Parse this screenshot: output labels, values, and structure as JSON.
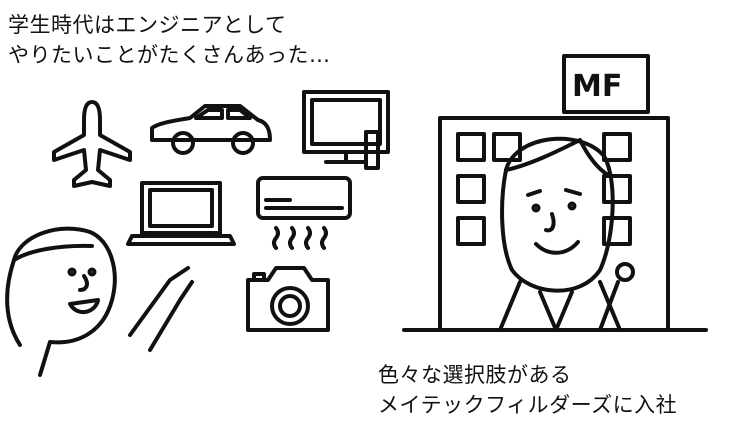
{
  "caption_top": {
    "line1": "学生時代はエンジニアとして",
    "line2": "やりたいことがたくさんあった…"
  },
  "caption_bottom": {
    "line1": "色々な選択肢がある",
    "line2": "メイテックフィルダーズに入社"
  },
  "building_sign": "MF"
}
